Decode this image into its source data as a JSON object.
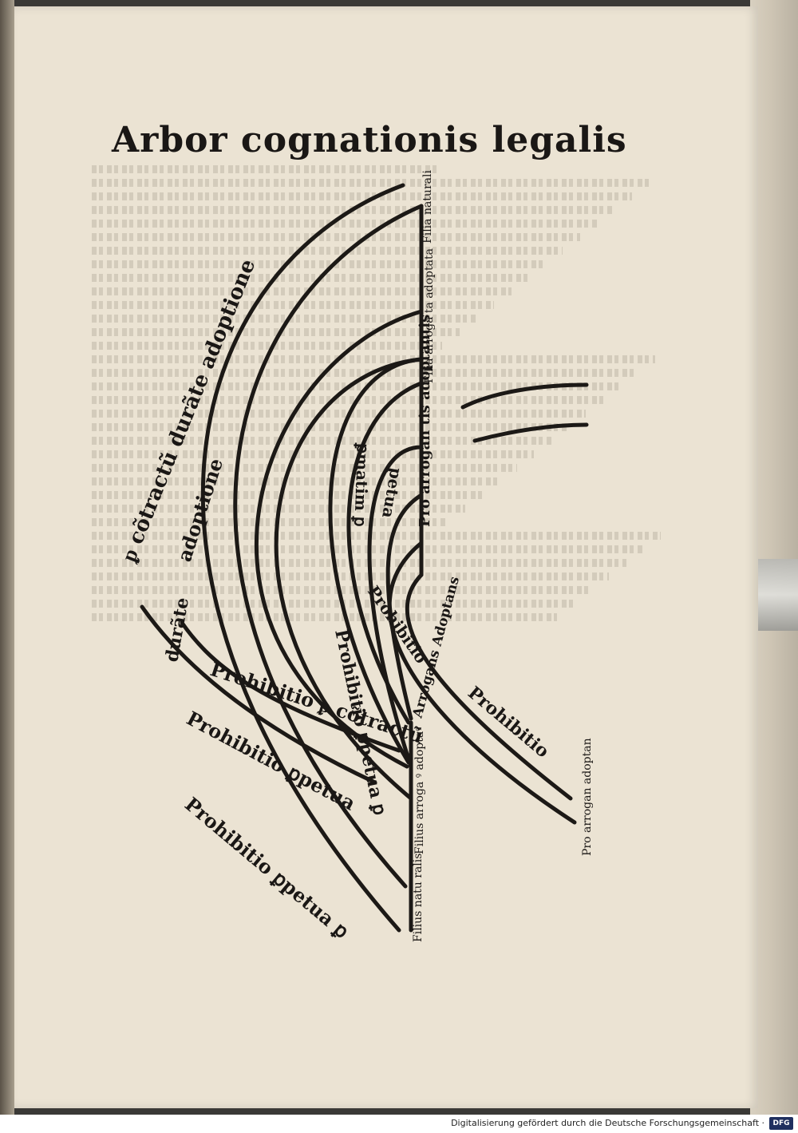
{
  "page": {
    "title": "Arbor cognationis legalis"
  },
  "tree": {
    "bands": [
      "ᵱ cõtractũ durãte adoptione",
      "adoptione",
      "durãte",
      "Prohibitio ᵱ cõtractũ",
      "Prohibitio ꝑpetua",
      "Prohibitio ꝑpetua ꝑ",
      "ꝑmatim ꝑ",
      "petua",
      "Prohibitio",
      "Prohibitio ꝑpetua ꝑ",
      "Prohibitio"
    ],
    "nodes": [
      "Filia naturali",
      "Filia arroga ta adoptata",
      "Pro arrogan tis adoptantis",
      "Arrogans Adoptans",
      "Filius arroga ꝰ adoptaꝰ",
      "Filius natu ralis",
      "Pro arrogan adoptan"
    ]
  },
  "footer": {
    "credit": "Digitalisierung gefördert durch die Deutsche Forschungsgemeinschaft ·",
    "logo": "DFG"
  }
}
